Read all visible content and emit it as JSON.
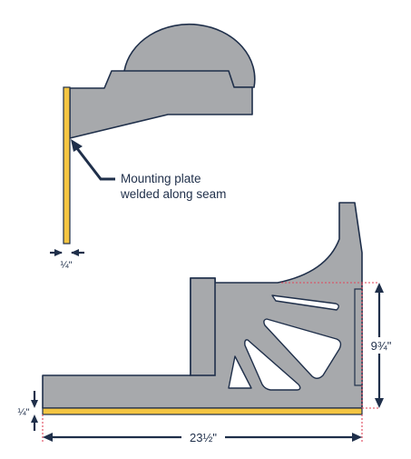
{
  "callout": {
    "line1": "Mounting plate",
    "line2": "welded along seam"
  },
  "dimensions": {
    "plate_thickness_top": "¼\"",
    "plate_thickness_side": "¼\"",
    "height": "9¾\"",
    "width": "23½\""
  },
  "colors": {
    "steel": "#a7a9ac",
    "outline": "#1f2f4a",
    "plate": "#f4c542",
    "guide": "#e0455a"
  }
}
